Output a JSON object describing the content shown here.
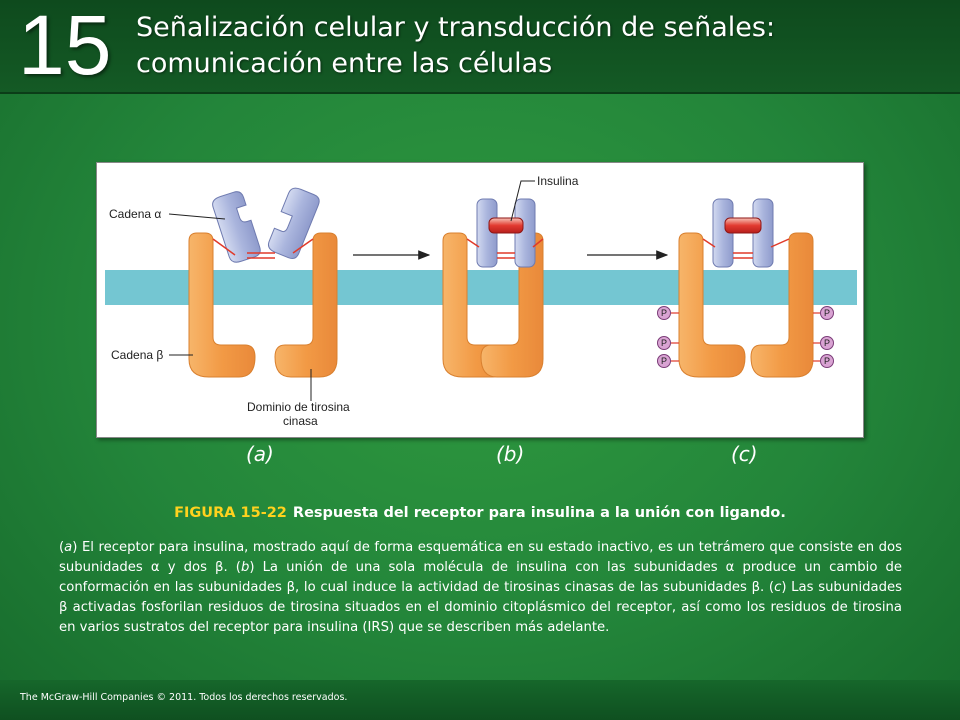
{
  "header": {
    "chapter_number": "15",
    "title_line1": "Señalización celular y transducción de señales:",
    "title_line2": "comunicación entre las células"
  },
  "figure": {
    "labels": {
      "chain_alpha": "Cadena α",
      "chain_beta": "Cadena β",
      "insulin": "Insulina",
      "kinase_domain_line1": "Dominio de tirosina",
      "kinase_domain_line2": "cinasa",
      "phosphate": "P"
    },
    "panels": [
      "(a)",
      "(b)",
      "(c)"
    ],
    "colors": {
      "membrane": "#74c6d2",
      "beta_chain": "#f3a04f",
      "alpha_chain": "#b9c3e4",
      "insulin": "#d8322e",
      "phosphate": "#d9a3d3",
      "disulfide": "#e03a2a"
    }
  },
  "caption": {
    "figure_id": "FIGURA 15-22",
    "figure_title": "Respuesta del receptor para insulina a la unión con ligando.",
    "body_html_parts": {
      "a_label": "a",
      "a_text": " El receptor para insulina, mostrado aquí de forma esquemática en su estado inactivo, es un tetrámero que consiste en dos subunidades α y dos β. (",
      "b_label": "b",
      "b_text": ") La unión de una sola molécula de insulina con las subunidades α produce un cambio de conformación en las subunidades β, lo cual induce la actividad de tirosinas cinasas de las subunidades β. (",
      "c_label": "c",
      "c_text": ") Las subunidades β activadas fosforilan residuos de tirosina situados en el dominio citoplásmico del receptor, así como los residuos de tirosina en varios sustratos del receptor para insulina (IRS) que se describen más adelante."
    }
  },
  "footer": {
    "copyright": "The McGraw-Hill Companies © 2011. Todos los derechos reservados."
  }
}
